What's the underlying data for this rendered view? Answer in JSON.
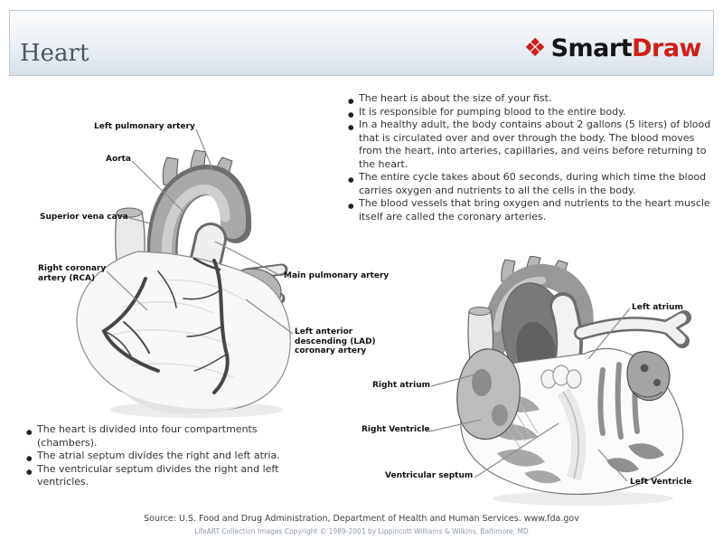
{
  "header": {
    "title": "Heart",
    "logo": {
      "diamond_icon": "❖",
      "smart": "Smart",
      "draw": "Draw"
    }
  },
  "facts_top": {
    "items": [
      "The heart is about the size of your fist.",
      "It is responsible for pumping blood to the entire body.",
      "In a healthy adult, the body contains about 2 gallons (5 liters) of blood that is circulated over and over through the body. The blood moves from the heart, into arteries, capillaries, and veins before returning to the heart.",
      "The entire cycle takes about 60 seconds, during which time the blood carries oxygen and nutrients to all the cells in the body.",
      "The blood vessels that bring oxygen and nutrients to the heart muscle itself are called the coronary arteries."
    ]
  },
  "facts_bottom": {
    "items": [
      "The heart is divided into four compartments (chambers).",
      "The atrial septum divides the right and left atria.",
      "The ventricular septum divides the right and left ventricles."
    ]
  },
  "left_diagram": {
    "description": "exterior anterior view of the heart",
    "labels": {
      "left_pulmonary_artery": "Left pulmonary artery",
      "aorta": "Aorta",
      "superior_vena_cava": "Superior vena cava",
      "right_coronary_artery": "Right coronary artery (RCA)",
      "main_pulmonary_artery": "Main pulmonary artery",
      "lad": "Left anterior descending (LAD) coronary artery"
    }
  },
  "right_diagram": {
    "description": "cutaway cross-section view of the heart chambers",
    "labels": {
      "left_atrium": "Left atrium",
      "right_atrium": "Right atrium",
      "right_ventricle": "Right Ventricle",
      "ventricular_septum": "Ventricular septum",
      "left_ventricle": "Left Ventricle"
    }
  },
  "footer": {
    "source": "Source: U.S. Food and Drug Administration, Department of Health and Human Services. www.fda.gov",
    "copyright": "LifeART Collection Images Copyright © 1989-2001 by Lippincott Williams & Wilkins, Baltimore, MD"
  },
  "colors": {
    "accent_red": "#cc2018",
    "header_gradient_bottom": "#d8e0e9",
    "header_border": "#bcc8d2",
    "title_text": "#4b5564",
    "body_text": "#333333",
    "label_text": "#111111",
    "leader_line": "#8c8c8c",
    "copyright_text": "#8e98a6"
  }
}
